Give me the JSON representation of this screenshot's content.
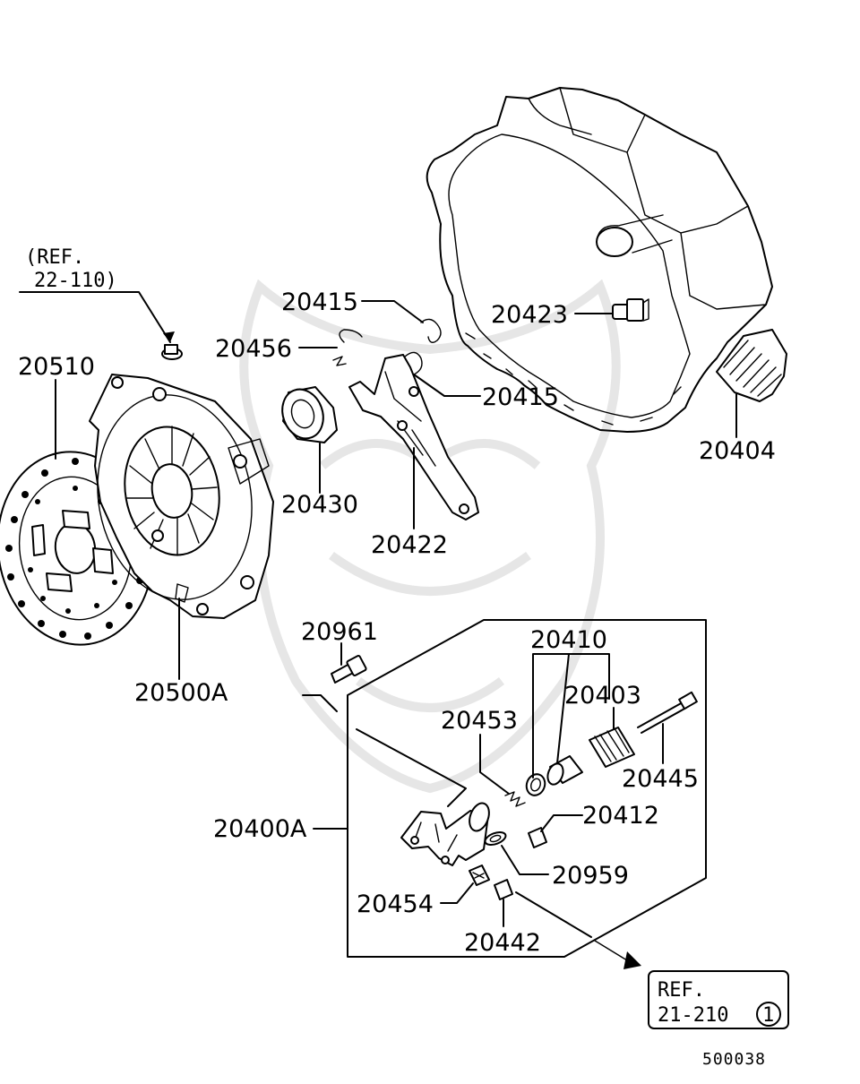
{
  "diagram_id": "500038",
  "refs": {
    "top_left_line1": "(REF.",
    "top_left_line2": "22-110)",
    "bottom_right_line1": "REF.",
    "bottom_right_line2": "21-210",
    "bottom_right_circled": "1"
  },
  "labels": {
    "p20510": "20510",
    "p20500A": "20500A",
    "p20415_top": "20415",
    "p20456": "20456",
    "p20415_right": "20415",
    "p20423": "20423",
    "p20430": "20430",
    "p20422": "20422",
    "p20404": "20404",
    "p20961": "20961",
    "p20410": "20410",
    "p20403": "20403",
    "p20453": "20453",
    "p20445": "20445",
    "p20412": "20412",
    "p20400A": "20400A",
    "p20959": "20959",
    "p20454": "20454",
    "p20442": "20442"
  },
  "colors": {
    "ink": "#000000",
    "watermark": "#e6e6e6",
    "background": "#ffffff"
  }
}
